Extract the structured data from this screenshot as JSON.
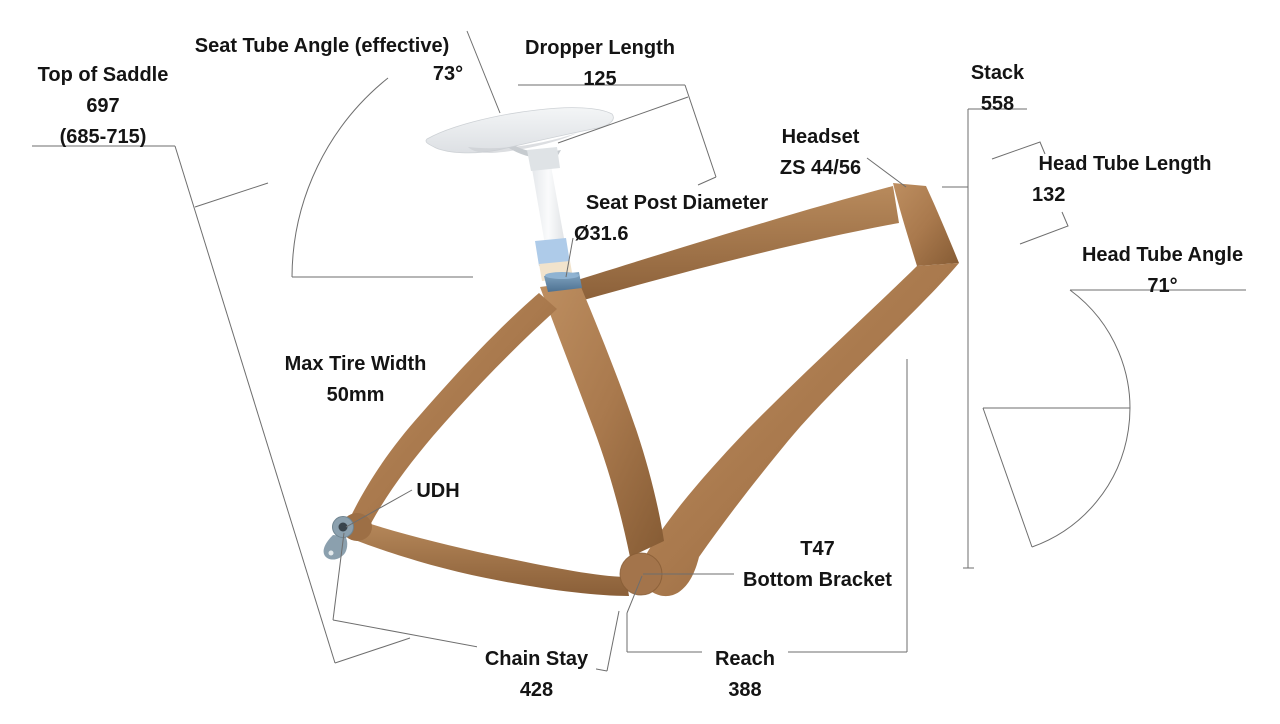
{
  "figure": {
    "description": "Bicycle frame geometry dimension diagram",
    "colors": {
      "background": "#ffffff",
      "dimension_line": "#6e6e6e",
      "text": "#141414",
      "frame_highlight": "#b5875a",
      "frame_base": "#a9794d",
      "frame_shadow": "#7f5733",
      "saddle_gray": "#e9ebee",
      "seatpost_white": "#f5f6f8",
      "band_blue": "#aecbe9",
      "band_cream": "#f1e3cc",
      "collar_blue": "#5b7f9e",
      "udh_gray": "#8ba0ae"
    }
  },
  "labels": {
    "top_of_saddle": {
      "title": "Top of Saddle",
      "value": "697",
      "range": "(685-715)"
    },
    "seat_tube_angle": {
      "title": "Seat Tube Angle (effective)",
      "value": "73°"
    },
    "dropper_length": {
      "title": "Dropper Length",
      "value": "125"
    },
    "seat_post_diameter": {
      "title": "Seat Post Diameter",
      "value": "Ø31.6"
    },
    "headset": {
      "title": "Headset",
      "value": "ZS 44/56"
    },
    "stack": {
      "title": "Stack",
      "value": "558"
    },
    "head_tube_length": {
      "title": "Head Tube Length",
      "value": "132"
    },
    "head_tube_angle": {
      "title": "Head Tube Angle",
      "value": "71°"
    },
    "max_tire_width": {
      "title": "Max Tire Width",
      "value": "50mm"
    },
    "udh": {
      "title": "UDH"
    },
    "bottom_bracket": {
      "title": "T47",
      "value": "Bottom Bracket"
    },
    "chain_stay": {
      "title": "Chain Stay",
      "value": "428"
    },
    "reach": {
      "title": "Reach",
      "value": "388"
    }
  }
}
